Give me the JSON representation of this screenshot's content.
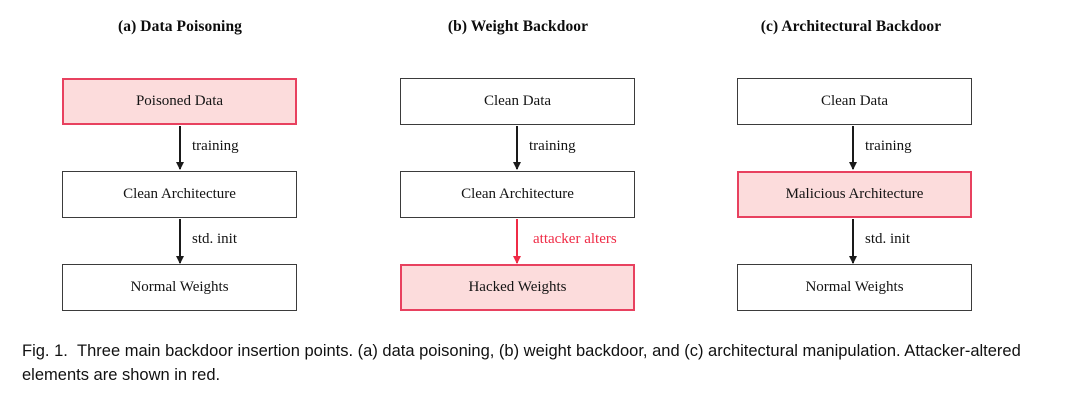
{
  "figure": {
    "columns": [
      {
        "id": "a",
        "title": "(a) Data Poisoning",
        "nodes": [
          {
            "label": "Poisoned Data",
            "style": "danger"
          },
          {
            "label": "Clean Architecture",
            "style": "plain"
          },
          {
            "label": "Normal Weights",
            "style": "plain"
          }
        ],
        "edges": [
          {
            "label": "training",
            "style": "plain"
          },
          {
            "label": "std. init",
            "style": "plain"
          }
        ]
      },
      {
        "id": "b",
        "title": "(b) Weight Backdoor",
        "nodes": [
          {
            "label": "Clean Data",
            "style": "plain"
          },
          {
            "label": "Clean Architecture",
            "style": "plain"
          },
          {
            "label": "Hacked Weights",
            "style": "danger"
          }
        ],
        "edges": [
          {
            "label": "training",
            "style": "plain"
          },
          {
            "label": "attacker alters",
            "style": "danger"
          }
        ]
      },
      {
        "id": "c",
        "title": "(c) Architectural Backdoor",
        "nodes": [
          {
            "label": "Clean Data",
            "style": "plain"
          },
          {
            "label": "Malicious Architecture",
            "style": "danger"
          },
          {
            "label": "Normal Weights",
            "style": "plain"
          }
        ],
        "edges": [
          {
            "label": "training",
            "style": "plain"
          },
          {
            "label": "std. init",
            "style": "plain"
          }
        ]
      }
    ]
  },
  "caption": {
    "figure_number": "Fig. 1.",
    "text": "Three main backdoor insertion points. (a) data poisoning, (b) weight backdoor, and (c) architectural manipulation. Attacker-altered elements are shown in red."
  },
  "colors": {
    "danger_fill": "#fcdcdc",
    "danger_border": "#e8415f",
    "danger_text": "#ef2b46",
    "plain_border": "#3b3b3b",
    "text": "#141414",
    "background": "#ffffff"
  }
}
